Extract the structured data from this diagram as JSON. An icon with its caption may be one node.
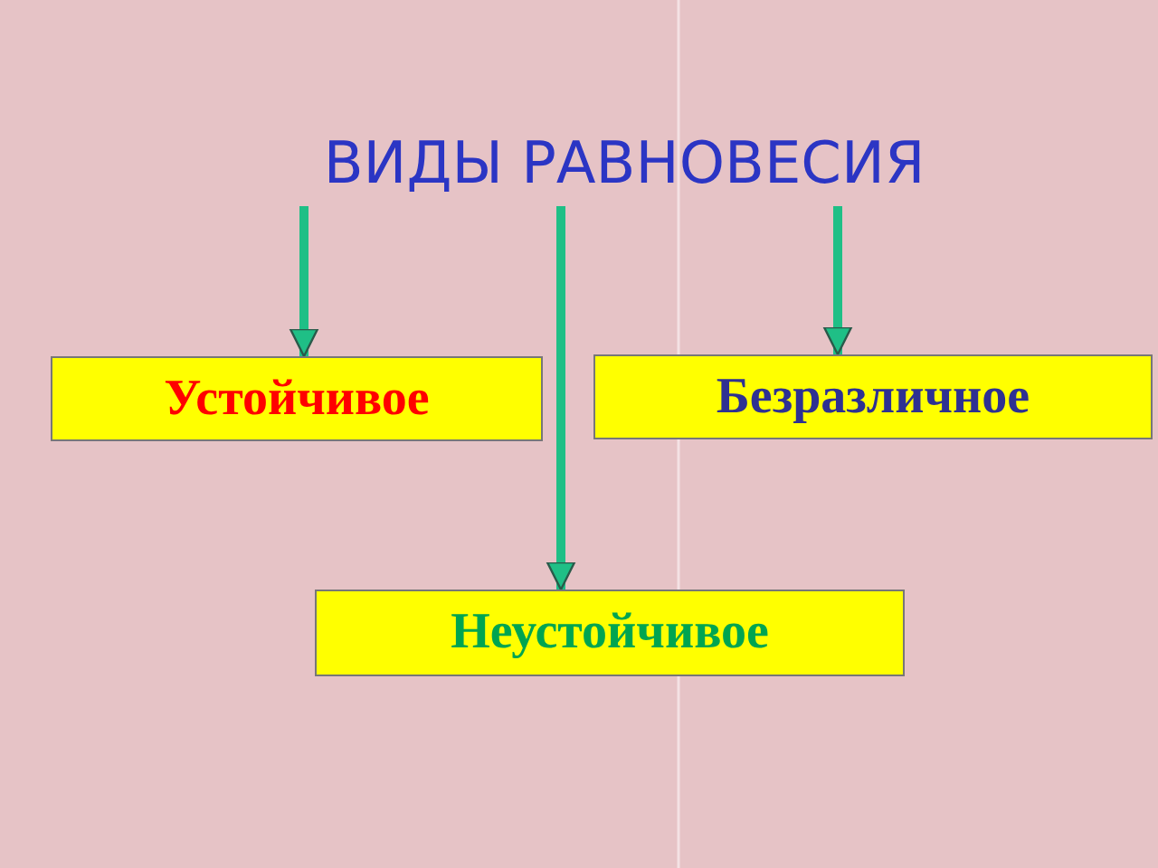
{
  "diagram": {
    "nodes": [
      {
        "text": [
          "ВИДЫ РАВНОВЕСИЯ"
        ]
      },
      {
        "text": [
          "Устойчивое"
        ]
      },
      {
        "text": [
          "Безразличное"
        ]
      },
      {
        "text": [
          "Неустойчивое"
        ]
      }
    ],
    "edges": [
      {
        "from": 0,
        "to": 1,
        "arrow": "to"
      },
      {
        "from": 0,
        "to": 3,
        "arrow": "to"
      },
      {
        "from": 0,
        "to": 2,
        "arrow": "to"
      }
    ]
  }
}
